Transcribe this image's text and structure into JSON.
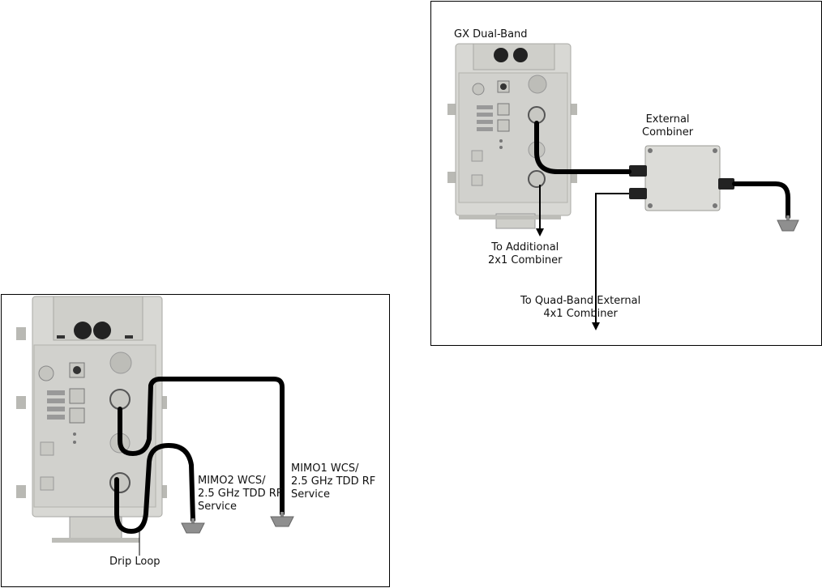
{
  "left_panel": {
    "mimo2_label": [
      "MIMO2 WCS/",
      "2.5 GHz TDD RF",
      "Service"
    ],
    "mimo1_label": [
      "MIMO1 WCS/",
      "2.5 GHz TDD RF",
      "Service"
    ],
    "drip_loop_label": "Drip Loop"
  },
  "right_panel": {
    "device_label": "GX Dual-Band",
    "combiner_label": [
      "External",
      "Combiner"
    ],
    "additional_label": [
      "To Additional",
      "2x1 Combiner"
    ],
    "quad_label": [
      "To Quad-Band External",
      "4x1 Combiner"
    ]
  },
  "colors": {
    "enclosure": "#d8d8d4",
    "enclosure_shade": "#c4c4bf",
    "cable": "#000000",
    "antenna": "#8f8f8f"
  }
}
